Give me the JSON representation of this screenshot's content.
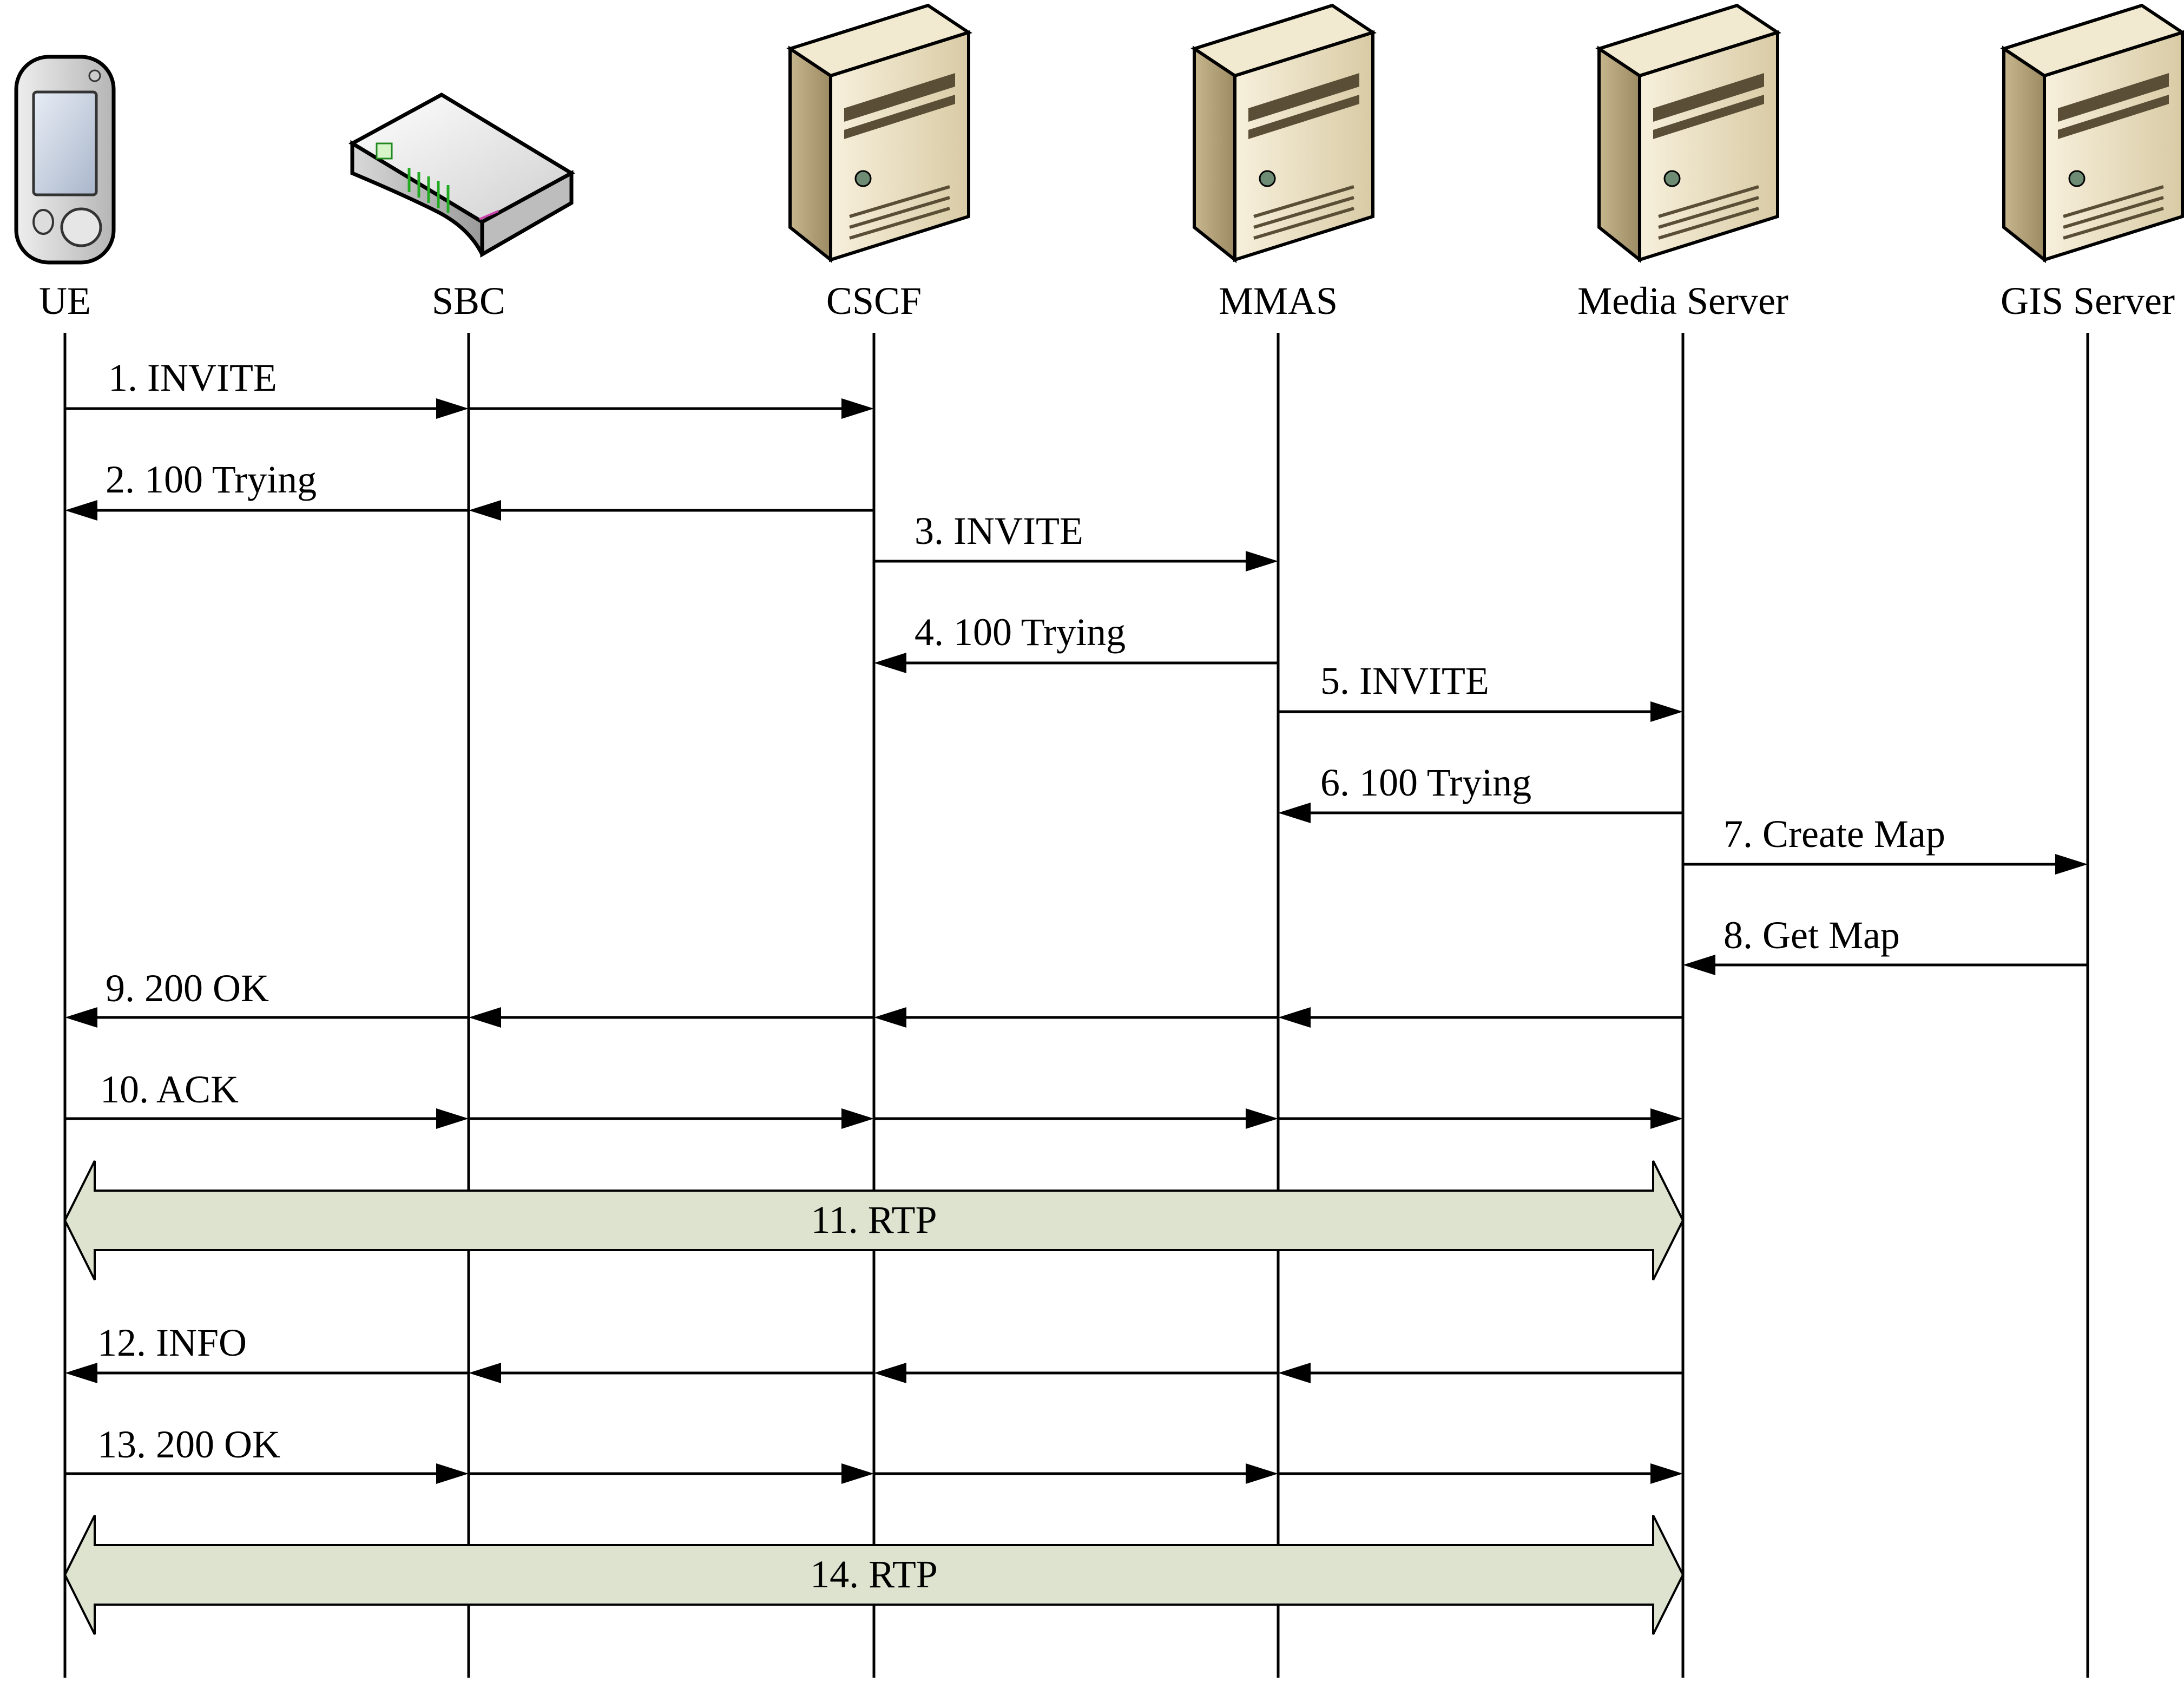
{
  "participants": [
    {
      "id": "ue",
      "label": "UE",
      "icon": "mobile-phone-icon"
    },
    {
      "id": "sbc",
      "label": "SBC",
      "icon": "router-device-icon"
    },
    {
      "id": "cscf",
      "label": "CSCF",
      "icon": "server-tower-icon"
    },
    {
      "id": "mmas",
      "label": "MMAS",
      "icon": "server-tower-icon"
    },
    {
      "id": "media",
      "label": "Media Server",
      "icon": "server-tower-icon"
    },
    {
      "id": "gis",
      "label": "GIS Server",
      "icon": "server-tower-icon"
    }
  ],
  "messages": [
    {
      "label": "1. INVITE",
      "from": "ue",
      "to": "cscf",
      "via": [
        "sbc"
      ]
    },
    {
      "label": "2. 100 Trying",
      "from": "cscf",
      "to": "ue",
      "via": [
        "sbc"
      ]
    },
    {
      "label": "3. INVITE",
      "from": "cscf",
      "to": "mmas",
      "via": []
    },
    {
      "label": "4. 100 Trying",
      "from": "mmas",
      "to": "cscf",
      "via": []
    },
    {
      "label": "5. INVITE",
      "from": "mmas",
      "to": "media",
      "via": []
    },
    {
      "label": "6. 100 Trying",
      "from": "media",
      "to": "mmas",
      "via": []
    },
    {
      "label": "7. Create Map",
      "from": "media",
      "to": "gis",
      "via": []
    },
    {
      "label": "8. Get Map",
      "from": "gis",
      "to": "media",
      "via": []
    },
    {
      "label": "9. 200 OK",
      "from": "media",
      "to": "ue",
      "via": [
        "mmas",
        "cscf",
        "sbc"
      ]
    },
    {
      "label": "10. ACK",
      "from": "ue",
      "to": "media",
      "via": [
        "sbc",
        "cscf",
        "mmas"
      ]
    },
    {
      "label": "11. RTP",
      "type": "media-stream",
      "from": "ue",
      "to": "media"
    },
    {
      "label": "12. INFO",
      "from": "media",
      "to": "ue",
      "via": [
        "mmas",
        "cscf",
        "sbc"
      ]
    },
    {
      "label": "13. 200 OK",
      "from": "ue",
      "to": "media",
      "via": [
        "sbc",
        "cscf",
        "mmas"
      ]
    },
    {
      "label": "14. RTP",
      "type": "media-stream",
      "from": "ue",
      "to": "media"
    }
  ],
  "colors": {
    "rtp_fill": "#dde3cf",
    "server_light": "#f3ead3",
    "server_mid": "#d8c9a2",
    "server_dark": "#b3a27a",
    "phone_screen": "#cfd8e6",
    "sbc_green": "#22aa22"
  }
}
